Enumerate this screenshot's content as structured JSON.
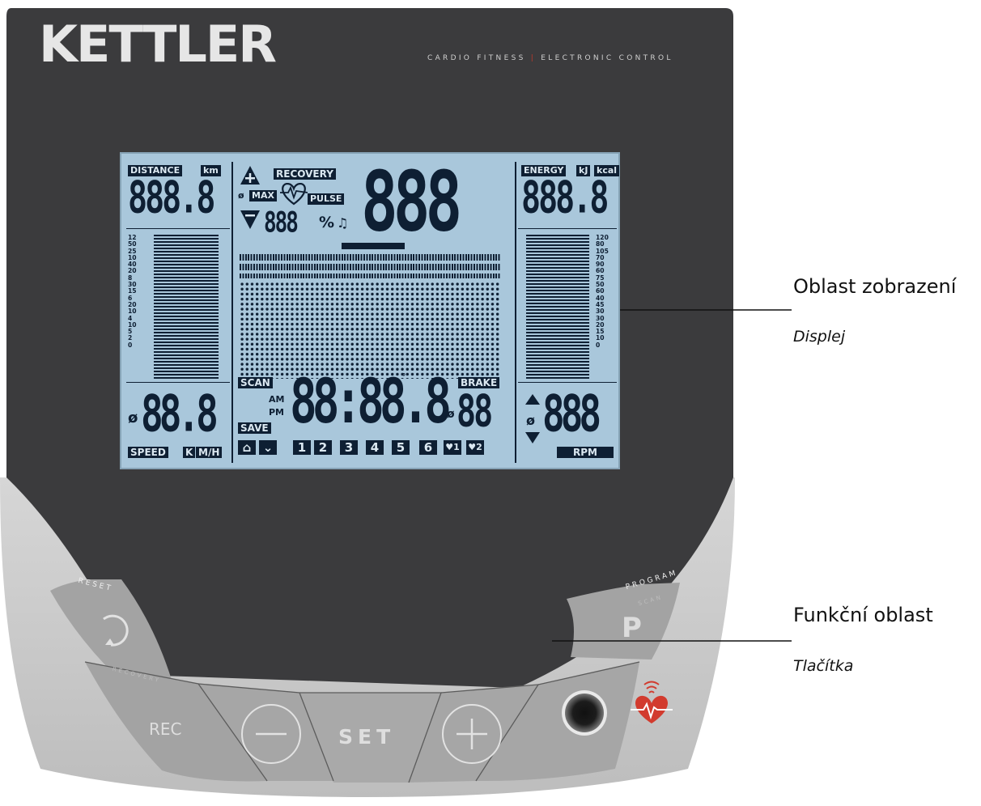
{
  "header": {
    "brand": "KETTLER",
    "tagline_left": "CARDIO FITNESS",
    "tagline_separator": "|",
    "tagline_right": "ELECTRONIC CONTROL"
  },
  "display": {
    "distance_label": "DISTANCE",
    "distance_unit": "km",
    "distance_value": "888.8",
    "recovery_label": "RECOVERY",
    "max_label": "MAX",
    "pulse_label": "PULSE",
    "avg_symbol": "ø",
    "percent_value": "888",
    "percent_sign": "%",
    "music_symbol": "♫",
    "pulse_value": "888",
    "energy_label": "ENERGY",
    "energy_unit_kj": "kJ",
    "energy_unit_kcal": "kcal",
    "energy_value": "888.8",
    "left_scale": [
      "12",
      "50",
      "25",
      "10",
      "40",
      "20",
      "8",
      "30",
      "15",
      "6",
      "20",
      "10",
      "4",
      "10",
      "5",
      "2",
      "0"
    ],
    "right_scale": [
      "120",
      "80",
      "105",
      "70",
      "90",
      "60",
      "75",
      "50",
      "60",
      "40",
      "45",
      "30",
      "30",
      "20",
      "15",
      "10",
      "0"
    ],
    "scan_label": "SCAN",
    "am_label": "AM",
    "pm_label": "PM",
    "save_label": "SAVE",
    "time_value": "88:88.8",
    "degree_symbol": "°",
    "brake_label": "BRAKE",
    "brake_value": "88",
    "speed_value": "88.8",
    "speed_label": "SPEED",
    "speed_unit_k": "K",
    "speed_unit_mh": "M/H",
    "rpm_value": "888",
    "rpm_label": "RPM",
    "programs": [
      "1",
      "2",
      "3",
      "4",
      "5",
      "6"
    ],
    "heart_program_1": "♥1",
    "heart_program_2": "♥2"
  },
  "buttons": {
    "reset_label": "RESET",
    "recovery_label": "RECOVERY",
    "rec_label": "REC",
    "set_label": "SET",
    "program_label": "PROGRAM",
    "scan_label": "SCAN",
    "p_label": "P"
  },
  "callouts": {
    "display_title": "Oblast zobrazení",
    "display_sub": "Displej",
    "function_title": "Funkční oblast",
    "function_sub": "Tlačítka"
  },
  "colors": {
    "panel": "#3a3a3c",
    "lcd": "#a9c7db",
    "lcd_ink": "#0e1f33",
    "bezel": "#c9c9c9",
    "accent": "#c0392b"
  }
}
